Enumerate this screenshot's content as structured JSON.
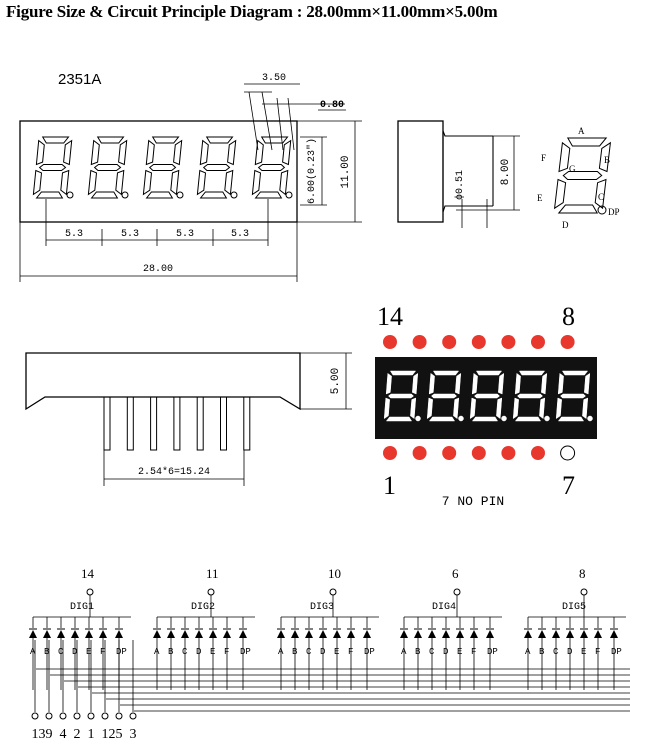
{
  "header": {
    "title": "Figure Size & Circuit Principle Diagram : 28.00mm×11.00mm×5.00m"
  },
  "front_view": {
    "model": "2351A",
    "dims": {
      "pitch_top": "3.50",
      "slant": "0.80",
      "height": "11.00",
      "digit_height": "6.00(0.23\")",
      "spacing": [
        "5.3",
        "5.3",
        "5.3",
        "5.3"
      ],
      "width": "28.00"
    }
  },
  "side_view": {
    "pin_dia": "0.51",
    "pin_length": "8.00"
  },
  "segment_legend": {
    "labels": {
      "a": "A",
      "b": "B",
      "c": "C",
      "d": "D",
      "e": "E",
      "f": "F",
      "g": "G",
      "dp": "DP"
    }
  },
  "bottom_view": {
    "pitch": "2.54*6=15.24",
    "depth": "5.00"
  },
  "pinout": {
    "top_left": "14",
    "top_right": "8",
    "bottom_left": "1",
    "bottom_right": "7",
    "note": "7 NO PIN",
    "colors": {
      "pin": "#e8382e",
      "display_bg": "#111111",
      "segment": "#ffffff"
    }
  },
  "circuit": {
    "digits": [
      {
        "label": "DIG1",
        "pin": "14"
      },
      {
        "label": "DIG2",
        "pin": "11"
      },
      {
        "label": "DIG3",
        "pin": "10"
      },
      {
        "label": "DIG4",
        "pin": "6"
      },
      {
        "label": "DIG5",
        "pin": "8"
      }
    ],
    "segment_labels": [
      "A",
      "B",
      "C",
      "D",
      "E",
      "F",
      "DP"
    ],
    "bottom_pins": [
      "13",
      "9",
      "4",
      "2",
      "1",
      "12",
      "5",
      "3"
    ]
  }
}
